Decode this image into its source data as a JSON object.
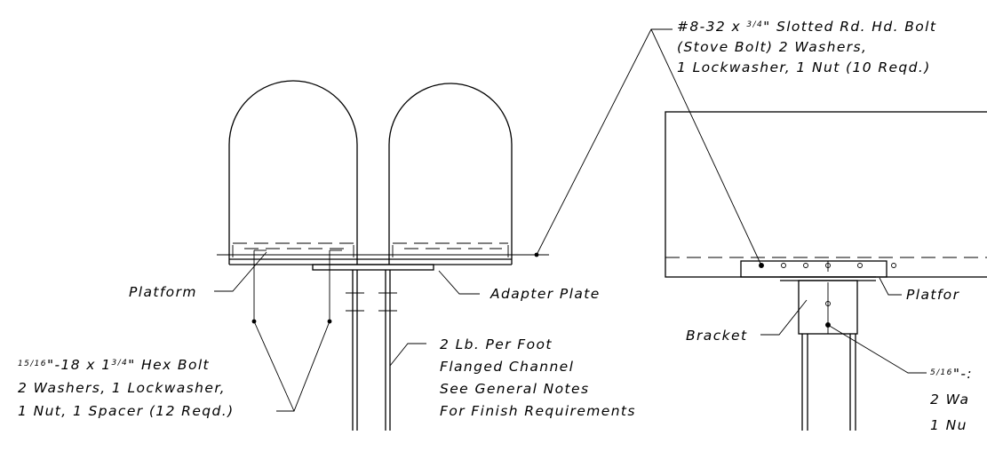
{
  "labels": {
    "stove_bolt_line1_pre": "#8-32 x ",
    "stove_bolt_line1_fraction": "3/4",
    "stove_bolt_line1_post": "\" Slotted Rd. Hd. Bolt",
    "stove_bolt_line2": "(Stove Bolt) 2 Washers,",
    "stove_bolt_line3": "1 Lockwasher, 1 Nut (10 Reqd.)",
    "platform_left": "Platform",
    "adapter_plate": "Adapter Plate",
    "channel_line1": "2 Lb. Per Foot",
    "channel_line2": "Flanged Channel",
    "channel_line3": "See General Notes",
    "channel_line4": "For Finish Requirements",
    "hex_bolt_line1_fraction_a": "15/16",
    "hex_bolt_line1_mid": "\"-18 x 1",
    "hex_bolt_line1_fraction_b": "3/4",
    "hex_bolt_line1_post": "\" Hex Bolt",
    "hex_bolt_line2": "2 Washers, 1 Lockwasher,",
    "hex_bolt_line3": "1 Nut, 1 Spacer (12 Reqd.)",
    "bracket": "Bracket",
    "platform_right": "Platfor",
    "right_bolt_line1_fraction": "5/16",
    "right_bolt_line1_post": "\"-:",
    "right_bolt_line2": "2 Wa",
    "right_bolt_line3": "1 Nu"
  }
}
